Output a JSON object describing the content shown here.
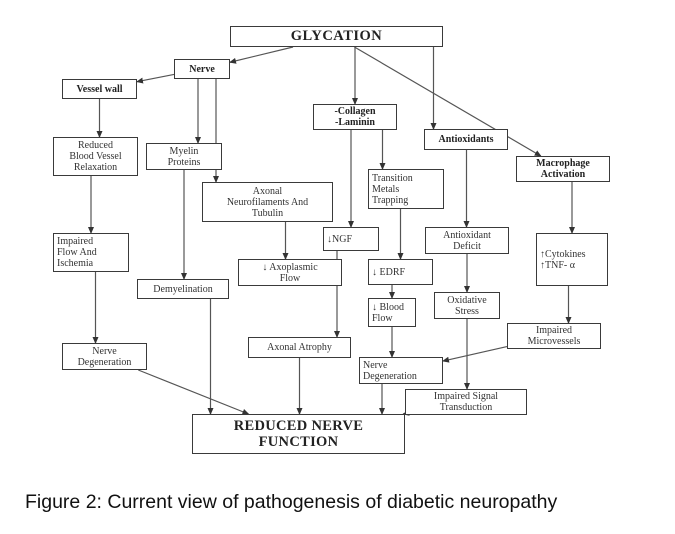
{
  "diagram": {
    "title": "Current view of pathogenesis of diabetic neuropathy",
    "nodes": {
      "glycation": {
        "lines": [
          "GLYCATION"
        ]
      },
      "nerve": {
        "lines": [
          "Nerve"
        ]
      },
      "vessel_wall": {
        "lines": [
          "Vessel wall"
        ]
      },
      "collagen_laminin": {
        "lines": [
          "-Collagen",
          "-Laminin"
        ]
      },
      "antioxidants": {
        "lines": [
          "Antioxidants"
        ]
      },
      "macrophage_activation": {
        "lines": [
          "Macrophage",
          "Activation"
        ]
      },
      "reduced_blood_vessel_relaxation": {
        "lines": [
          "Reduced",
          "Blood Vessel",
          "Relaxation"
        ]
      },
      "myelin_proteins": {
        "lines": [
          "Myelin",
          "Proteins"
        ]
      },
      "axonal_neurofilaments": {
        "lines": [
          "Axonal",
          "Neurofilaments And",
          "Tubulin"
        ]
      },
      "transition_metals_trapping": {
        "lines": [
          "Transition",
          "Metals",
          "Trapping"
        ]
      },
      "ngf": {
        "lines": [
          "↓NGF"
        ]
      },
      "antioxidant_deficit": {
        "lines": [
          "Antioxidant",
          "Deficit"
        ]
      },
      "cytokines_tnf": {
        "lines": [
          "↑Cytokines",
          "↑TNF- α"
        ]
      },
      "impaired_flow_ischemia": {
        "lines": [
          "Impaired",
          "Flow And",
          "Ischemia"
        ]
      },
      "axoplasmic_flow": {
        "lines": [
          "↓ Axoplasmic",
          "Flow"
        ]
      },
      "edrf": {
        "lines": [
          "↓ EDRF"
        ]
      },
      "demyelination": {
        "lines": [
          "Demyelination"
        ]
      },
      "blood_flow": {
        "lines": [
          "↓ Blood",
          "Flow"
        ]
      },
      "oxidative_stress": {
        "lines": [
          "Oxidative",
          "Stress"
        ]
      },
      "impaired_microvessels": {
        "lines": [
          "Impaired",
          "Microvessels"
        ]
      },
      "axonal_atrophy": {
        "lines": [
          "Axonal Atrophy"
        ]
      },
      "nerve_degeneration_left": {
        "lines": [
          "Nerve",
          "Degeneration"
        ]
      },
      "nerve_degeneration_right": {
        "lines": [
          "Nerve",
          "Degeneration"
        ]
      },
      "impaired_signal_transduction": {
        "lines": [
          "Impaired Signal",
          "Transduction"
        ]
      },
      "reduced_nerve_function": {
        "lines": [
          "REDUCED NERVE",
          "FUNCTION"
        ]
      }
    },
    "edges": [
      [
        "glycation",
        "nerve"
      ],
      [
        "glycation",
        "collagen_laminin"
      ],
      [
        "glycation",
        "antioxidants"
      ],
      [
        "glycation",
        "macrophage_activation"
      ],
      [
        "nerve",
        "vessel_wall"
      ],
      [
        "nerve",
        "myelin_proteins"
      ],
      [
        "nerve",
        "axonal_neurofilaments"
      ],
      [
        "vessel_wall",
        "reduced_blood_vessel_relaxation"
      ],
      [
        "reduced_blood_vessel_relaxation",
        "impaired_flow_ischemia"
      ],
      [
        "impaired_flow_ischemia",
        "nerve_degeneration_left"
      ],
      [
        "nerve_degeneration_left",
        "reduced_nerve_function"
      ],
      [
        "myelin_proteins",
        "demyelination"
      ],
      [
        "demyelination",
        "reduced_nerve_function"
      ],
      [
        "axonal_neurofilaments",
        "axoplasmic_flow"
      ],
      [
        "collagen_laminin",
        "ngf"
      ],
      [
        "collagen_laminin",
        "transition_metals_trapping"
      ],
      [
        "ngf",
        "axonal_atrophy"
      ],
      [
        "axonal_atrophy",
        "reduced_nerve_function"
      ],
      [
        "transition_metals_trapping",
        "edrf"
      ],
      [
        "edrf",
        "blood_flow"
      ],
      [
        "blood_flow",
        "nerve_degeneration_right"
      ],
      [
        "nerve_degeneration_right",
        "reduced_nerve_function"
      ],
      [
        "antioxidants",
        "antioxidant_deficit"
      ],
      [
        "antioxidant_deficit",
        "oxidative_stress"
      ],
      [
        "oxidative_stress",
        "impaired_signal_transduction"
      ],
      [
        "impaired_signal_transduction",
        "reduced_nerve_function"
      ],
      [
        "macrophage_activation",
        "cytokines_tnf"
      ],
      [
        "cytokines_tnf",
        "impaired_microvessels"
      ],
      [
        "impaired_microvessels",
        "nerve_degeneration_right"
      ]
    ]
  },
  "caption": "Figure 2: Current view of pathogenesis of diabetic neuropathy"
}
